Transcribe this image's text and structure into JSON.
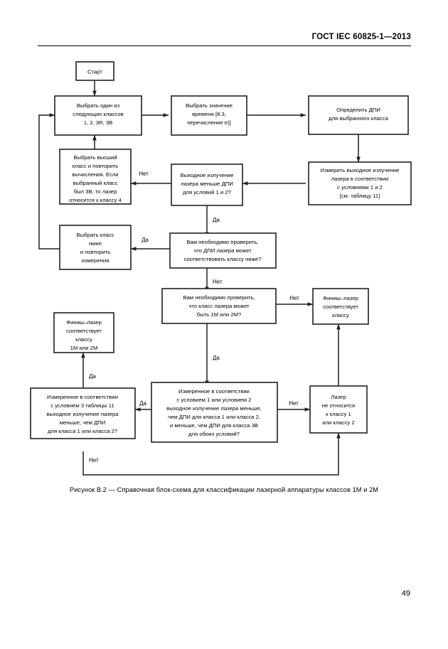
{
  "document": {
    "header": "ГОСТ IEC 60825-1—2013",
    "page_number": "49",
    "caption": "Рисунок В.2 — Справочная блок-схема для классификации лазерной аппаратуры классов 1М и 2М"
  },
  "chart_data": {
    "type": "diagram",
    "title": "Справочная блок-схема для классификации лазерной аппаратуры классов 1М и 2М",
    "nodes": [
      {
        "id": "start",
        "shape": "rect",
        "lines": [
          "Старт"
        ]
      },
      {
        "id": "choose",
        "shape": "rect",
        "lines": [
          "Выбрать один из",
          "следующих классов",
          "1, 2, 3R, 3В"
        ]
      },
      {
        "id": "time",
        "shape": "rect",
        "lines": [
          "Выбрать значение",
          "времени [8.3,",
          "перечисление е)]"
        ]
      },
      {
        "id": "dpi",
        "shape": "rect",
        "lines": [
          "Определить ДПИ",
          "для выбранного класса"
        ]
      },
      {
        "id": "measure",
        "shape": "rect",
        "lines": [
          "Измерить выходное излучение",
          "лазера в соответствии",
          "с условиями 1 и 2",
          "[см. таблицу 11]"
        ]
      },
      {
        "id": "d1",
        "shape": "rect",
        "lines": [
          "Выходное излучение",
          "лазера меньше ДПИ",
          "для условий 1 и 2?"
        ]
      },
      {
        "id": "higher",
        "shape": "rect",
        "lines": [
          "Выбрать высший",
          "класс и повторить",
          "вычисления. Если",
          "выбранный класс",
          "был 3В, то лазер",
          "относится к классу 4"
        ]
      },
      {
        "id": "d2",
        "shape": "rect",
        "lines": [
          "Вам необходимо проверить,",
          "что ДПИ лазера может",
          "соответствовать классу ниже?"
        ]
      },
      {
        "id": "lower",
        "shape": "rect",
        "lines": [
          "Выбрать класс",
          "ниже",
          "и повторить",
          "измерения"
        ]
      },
      {
        "id": "d3",
        "shape": "rect",
        "lines": [
          "Вам необходимо проверить,",
          "что класс лазера может",
          "быть 1М или 2М?"
        ]
      },
      {
        "id": "finish_cls",
        "shape": "rect",
        "lines": [
          "Финиш–лазер",
          "соответствует",
          "классу"
        ]
      },
      {
        "id": "finish_1m",
        "shape": "rect",
        "lines": [
          "Финиш–лазер",
          "соответствует",
          "классу",
          "1М или 2М"
        ]
      },
      {
        "id": "d4",
        "shape": "rect",
        "lines": [
          "Измеренное в соответствии",
          "с условием 3 таблицы 11",
          "выходное излучение лазера",
          "меньше, чем ДПИ",
          "для класса 1 или класса 2?"
        ]
      },
      {
        "id": "d5",
        "shape": "rect",
        "lines": [
          "Измеренное в соответствии",
          "с условием 1 или условием 2",
          "выходное излучение лазера меньше,",
          "чем ДПИ для класса 1 или класса 2,",
          "и меньше, чем ДПИ для класса 3В",
          "для обоих условий?"
        ]
      },
      {
        "id": "notcls",
        "shape": "rect",
        "lines": [
          "Лазер",
          "не относится",
          "к классу 1",
          "или классу 2"
        ]
      }
    ],
    "edges": [
      {
        "from": "start",
        "to": "choose",
        "label": ""
      },
      {
        "from": "choose",
        "to": "time",
        "label": ""
      },
      {
        "from": "time",
        "to": "dpi",
        "label": ""
      },
      {
        "from": "dpi",
        "to": "measure",
        "label": ""
      },
      {
        "from": "measure",
        "to": "d1",
        "label": ""
      },
      {
        "from": "d1",
        "to": "higher",
        "label": "Нет"
      },
      {
        "from": "higher",
        "to": "choose",
        "label": ""
      },
      {
        "from": "d1",
        "to": "d2",
        "label": "Да"
      },
      {
        "from": "d2",
        "to": "lower",
        "label": "Да"
      },
      {
        "from": "lower",
        "to": "choose",
        "label": ""
      },
      {
        "from": "d2",
        "to": "d3",
        "label": "Нет"
      },
      {
        "from": "d3",
        "to": "finish_cls",
        "label": "Нет"
      },
      {
        "from": "d3",
        "to": "d5",
        "label": "Да"
      },
      {
        "from": "d5",
        "to": "d4",
        "label": "Да"
      },
      {
        "from": "d5",
        "to": "notcls",
        "label": "Нет"
      },
      {
        "from": "d4",
        "to": "finish_1m",
        "label": "Да"
      },
      {
        "from": "d4",
        "to": "notcls",
        "label": "Нет"
      },
      {
        "from": "notcls",
        "to": "finish_cls",
        "label": ""
      }
    ],
    "edge_labels": {
      "d1_no": "Нет",
      "d1_yes": "Да",
      "d2_yes": "Да",
      "d2_no": "Нет",
      "d3_no": "Нет",
      "d3_yes": "Да",
      "d5_yes": "Да",
      "d5_no": "Нет",
      "d4_yes": "Да",
      "d4_no": "Нет"
    }
  }
}
